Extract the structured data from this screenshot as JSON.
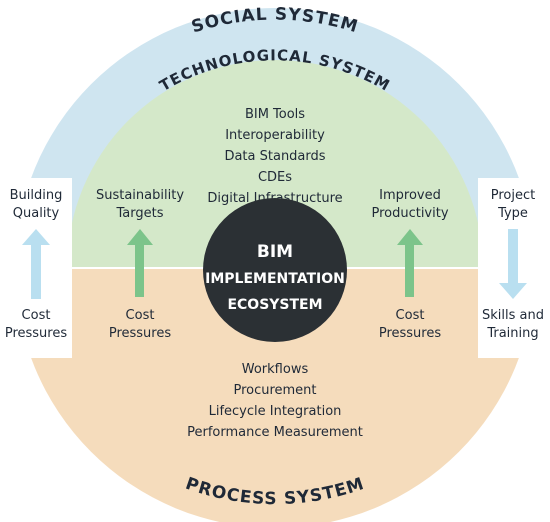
{
  "colors": {
    "social": "#cfe5f0",
    "technological": "#d4e8c9",
    "process": "#f5dcbc",
    "core": "#2b3034",
    "arrow_green": "#7cc48a",
    "arrow_blue": "#b9dff0"
  },
  "outer_ring": {
    "top_title": "SOCIAL SYSTEM",
    "bottom_title": "PROCESS SYSTEM"
  },
  "technological": {
    "title": "TECHNOLOGICAL SYSTEM",
    "items": [
      "BIM Tools",
      "Interoperability",
      "Data Standards",
      "CDEs",
      "Digital Infrastructure"
    ]
  },
  "process": {
    "items": [
      "Workflows",
      "Procurement",
      "Lifecycle Integration",
      "Performance Measurement"
    ]
  },
  "core": {
    "line1": "BIM",
    "line2": "IMPLEMENTATION",
    "line3": "ECOSYSTEM"
  },
  "inner_left": {
    "top": [
      "Sustainability",
      "Targets"
    ],
    "bottom": [
      "Cost",
      "Pressures"
    ]
  },
  "inner_right": {
    "top": [
      "Improved",
      "Productivity"
    ],
    "bottom": [
      "Cost",
      "Pressures"
    ]
  },
  "outer_left": {
    "top": [
      "Building",
      "Quality"
    ],
    "bottom": [
      "Cost",
      "Pressures"
    ]
  },
  "outer_right": {
    "top": [
      "Project",
      "Type"
    ],
    "bottom": [
      "Skills and",
      "Training"
    ]
  }
}
